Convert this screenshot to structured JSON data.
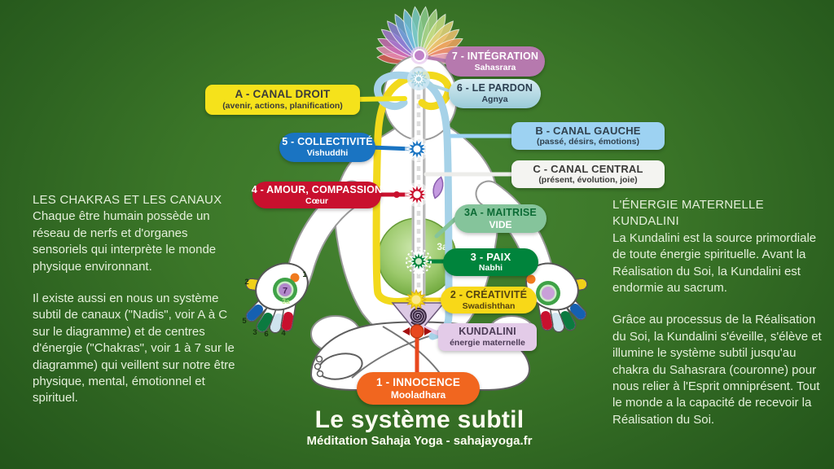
{
  "page": {
    "title": "Le système subtil",
    "subtitle": "Méditation Sahaja Yoga - sahajayoga.fr"
  },
  "left_panel": {
    "heading": "LES CHAKRAS ET LES CANAUX",
    "para1": "Chaque être humain possède un réseau de nerfs et d'organes sensoriels qui interprète le monde physique environnant.",
    "para2": "Il existe aussi en nous un système subtil de canaux (\"Nadis\", voir A à C sur le diagramme) et de centres d'énergie (\"Chakras\", voir 1 à 7 sur le diagramme) qui veillent sur notre être physique, mental, émotionnel et spirituel."
  },
  "right_panel": {
    "heading": "L'ÉNERGIE MATERNELLE KUNDALINI",
    "para1": "La Kundalini est la source primordiale de toute énergie spirituelle. Avant la Réalisation du Soi, la Kundalini est endormie au sacrum.",
    "para2": "Grâce au processus de la Réalisation du Soi, la Kundalini s'éveille, s'élève et illumine le système subtil jusqu'au chakra du Sahasrara (couronne) pour nous relier à l'Esprit omniprésent. Tout le monde a la capacité de recevoir la Réalisation du Soi."
  },
  "labels": {
    "sahasrara": {
      "line1": "7 - INTÉGRATION",
      "line2": "Sahasrara"
    },
    "canal_droit": {
      "line1": "A - CANAL DROIT",
      "line2": "(avenir, actions, planification)"
    },
    "agnya": {
      "line1": "6 - LE PARDON",
      "line2": "Agnya"
    },
    "canal_gauche": {
      "line1": "B - CANAL GAUCHE",
      "line2": "(passé, désirs, émotions)"
    },
    "vishuddhi": {
      "line1": "5 - COLLECTIVITÉ",
      "line2": "Vishuddhi"
    },
    "canal_central": {
      "line1": "C - CANAL CENTRAL",
      "line2": "(présent, évolution, joie)"
    },
    "coeur": {
      "line1": "4 - AMOUR, COMPASSION",
      "line2": "Cœur"
    },
    "vide": {
      "line1": "3A - MAITRISE",
      "line2": "VIDE"
    },
    "nabhi": {
      "line1": "3 - PAIX",
      "line2": "Nabhi"
    },
    "swadishthan": {
      "line1": "2 - CRÉATIVITÉ",
      "line2": "Swadishthan"
    },
    "kundalini": {
      "line1": "KUNDALINI",
      "line2": "énergie maternelle"
    },
    "mooladhara": {
      "line1": "1 - INNOCENCE",
      "line2": "Mooladhara"
    }
  },
  "figure": {
    "void_label": "3a",
    "palm_center_label": "7",
    "palm_ring_label": "3a",
    "finger_numbers": {
      "side": "1",
      "thumb": "2",
      "middle": "3",
      "pinky": "4",
      "index": "5",
      "ring": "6"
    },
    "lotus_petals": [
      "#df5858",
      "#e589b4",
      "#c968b4",
      "#a676d0",
      "#8b7fd6",
      "#6f9fd8",
      "#72bede",
      "#7ccac4",
      "#8bc98b",
      "#a8d287",
      "#c9dd85",
      "#e6d47c",
      "#eec06e",
      "#f0a25f",
      "#ec8b74",
      "#e9a8c0"
    ],
    "colors": {
      "right_channel": "#f2d91c",
      "left_channel": "#a6d2e8",
      "center_channel": "#ffffff",
      "sahasrara": "#c083c8",
      "agnya": "#ffffff",
      "vishuddhi": "#1a74c2",
      "heart": "#c9102e",
      "nabhi": "#00843c",
      "swadishthan": "#f8d818",
      "mooladhara": "#e8481e",
      "void": "#74ae3e",
      "kundalini_triangle": "#dcc9e4"
    }
  }
}
